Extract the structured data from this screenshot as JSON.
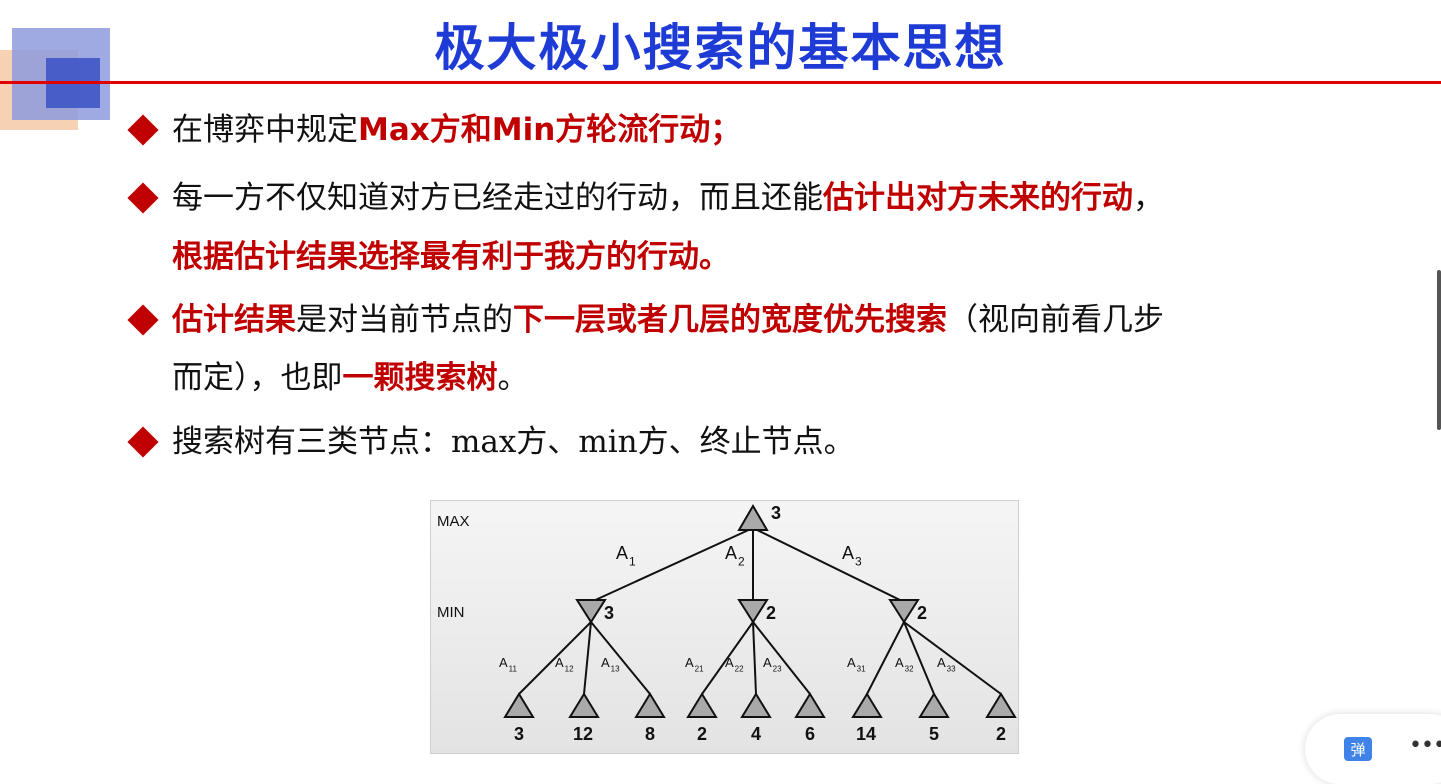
{
  "slide": {
    "title": "极大极小搜索的基本思想",
    "bullets": [
      {
        "lines": [
          [
            {
              "text": "在博弈中规定",
              "hl": false
            },
            {
              "text": "Max方和Min方轮流行动；",
              "hl": true
            }
          ]
        ]
      },
      {
        "lines": [
          [
            {
              "text": "每一方不仅知道对方已经走过的行动，而且还能",
              "hl": false
            },
            {
              "text": "估计出对方未来的行动",
              "hl": true
            },
            {
              "text": "，",
              "hl": false
            }
          ],
          [
            {
              "text": "根据估计结果选择最有利于我方的行动。",
              "hl": true
            }
          ]
        ]
      },
      {
        "lines": [
          [
            {
              "text": "估计结果",
              "hl": true
            },
            {
              "text": "是对当前节点的",
              "hl": false
            },
            {
              "text": "下一层或者几层的宽度优先搜索",
              "hl": true
            },
            {
              "text": "（视向前看几步",
              "hl": false
            }
          ],
          [
            {
              "text": "而定），也即",
              "hl": false
            },
            {
              "text": "一颗搜索树",
              "hl": true
            },
            {
              "text": "。",
              "hl": false
            }
          ]
        ]
      },
      {
        "lines": [
          [
            {
              "text": "搜索树有三类节点：max方、min方、终止节点。",
              "hl": false
            }
          ]
        ]
      }
    ]
  },
  "tree": {
    "level_labels": [
      "MAX",
      "MIN"
    ],
    "root_value": "3",
    "root_edges": [
      {
        "base": "A",
        "sub": "1"
      },
      {
        "base": "A",
        "sub": "2"
      },
      {
        "base": "A",
        "sub": "3"
      }
    ],
    "min_nodes": [
      {
        "value": "3",
        "edges": [
          {
            "base": "A",
            "sub": "11"
          },
          {
            "base": "A",
            "sub": "12"
          },
          {
            "base": "A",
            "sub": "13"
          }
        ],
        "leaves": [
          "3",
          "12",
          "8"
        ]
      },
      {
        "value": "2",
        "edges": [
          {
            "base": "A",
            "sub": "21"
          },
          {
            "base": "A",
            "sub": "22"
          },
          {
            "base": "A",
            "sub": "23"
          }
        ],
        "leaves": [
          "2",
          "4",
          "6"
        ]
      },
      {
        "value": "2",
        "edges": [
          {
            "base": "A",
            "sub": "31"
          },
          {
            "base": "A",
            "sub": "32"
          },
          {
            "base": "A",
            "sub": "33"
          }
        ],
        "leaves": [
          "14",
          "5",
          "2"
        ]
      }
    ]
  },
  "overlay": {
    "danmu_label": "弹",
    "more_label": "•••"
  },
  "colors": {
    "title": "#1f3bd6",
    "highlight": "#c00000",
    "rule": "#e00000",
    "node_fill": "#a9a9a9"
  }
}
